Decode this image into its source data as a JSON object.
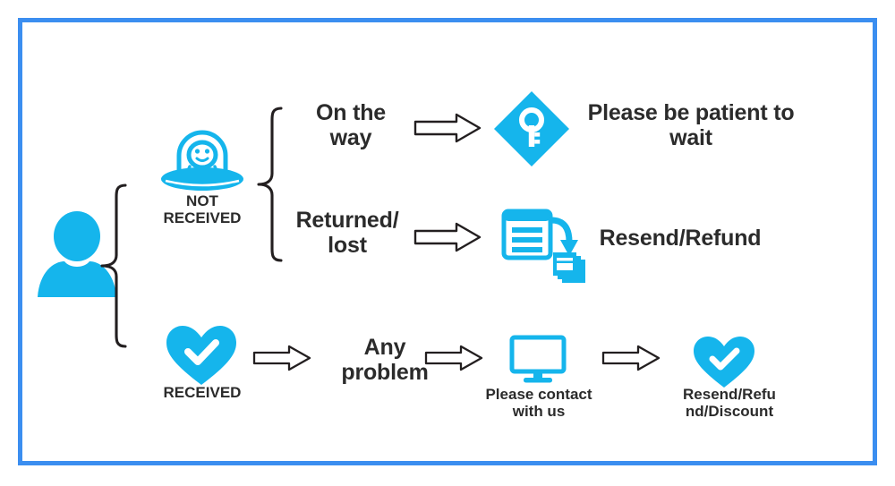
{
  "diagram": {
    "title": "Order status customer service flow",
    "frame_border_color": "#3b8ef0",
    "accent_color": "#15b5ec",
    "text_color": "#2b2b2b",
    "arrow_color": "#2b2b2b",
    "background_color": "#ffffff"
  },
  "start": {
    "icon": "customer-person-icon",
    "caption": ""
  },
  "branches": {
    "not_received": {
      "icon": "ufo-alien-icon",
      "caption": "NOT\nRECEIVED",
      "cases": [
        {
          "label": "On the\nway",
          "result_icon": "key-diamond-icon",
          "result_label": "Please be patient to\nwait"
        },
        {
          "label": "Returned/\nlost",
          "result_icon": "document-resend-icon",
          "result_label": "Resend/Refund"
        }
      ]
    },
    "received": {
      "icon": "heart-check-icon",
      "caption": "RECEIVED",
      "steps": [
        {
          "label": "Any\nproblem",
          "icon": "",
          "caption": ""
        },
        {
          "label": "",
          "icon": "monitor-icon",
          "caption": "Please contact\nwith us"
        },
        {
          "label": "",
          "icon": "heart-check-icon",
          "caption": "Resend/Refu\nnd/Discount"
        }
      ]
    }
  },
  "arrows": {
    "glyph": "hollow-right-arrow",
    "count": 5
  },
  "braces": {
    "glyph": "curly-brace-right",
    "count": 2
  }
}
